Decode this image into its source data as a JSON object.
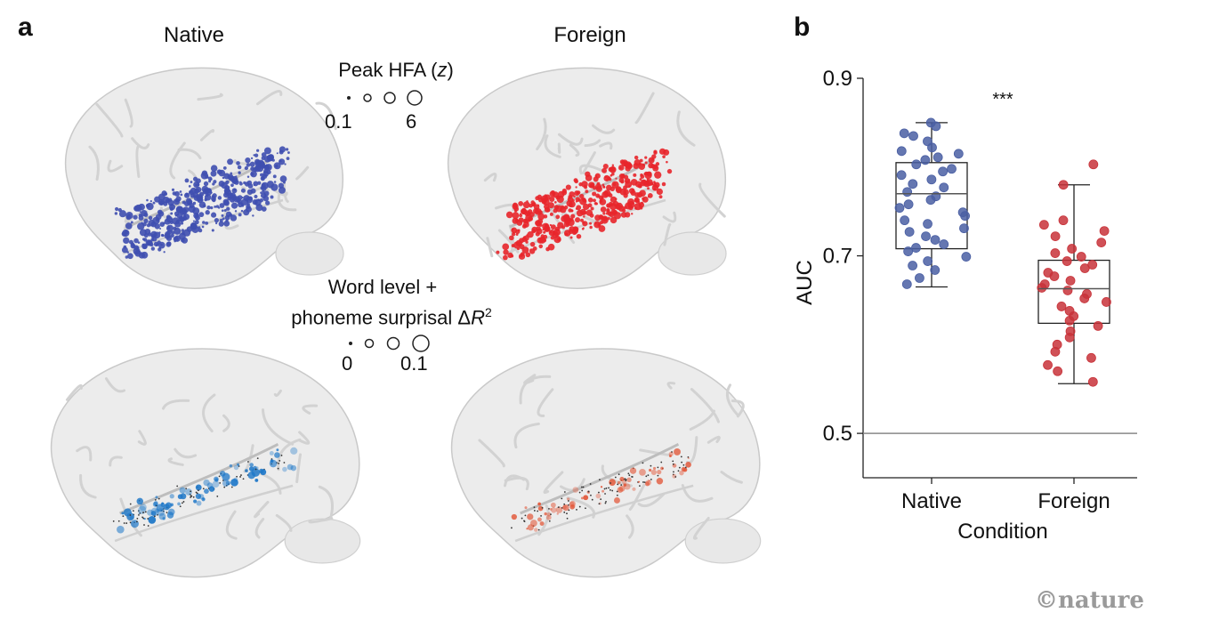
{
  "panel_a": {
    "letter": "a",
    "native_title": "Native",
    "foreign_title": "Foreign",
    "legend_top": {
      "title_prefix": "Peak HFA (",
      "title_var": "z",
      "title_suffix": ")",
      "min_label": "0.1",
      "max_label": "6"
    },
    "legend_bottom": {
      "line1": "Word level +",
      "line2_prefix": "phoneme surprisal ",
      "line2_delta": "Δ",
      "line2_var": "R",
      "line2_sup": "2",
      "min_label": "0",
      "max_label": "0.1"
    },
    "colors": {
      "native_top": "#3f4fb0",
      "foreign_top": "#e8262b",
      "native_bottom": "#1f78c8",
      "foreign_bottom": "#e2583a"
    }
  },
  "panel_b": {
    "letter": "b",
    "significance": "***"
  },
  "watermark": "©nature",
  "chart_data": {
    "type": "box",
    "ylabel": "AUC",
    "xlabel": "Condition",
    "categories": [
      "Native",
      "Foreign"
    ],
    "ylim": [
      0.45,
      0.9
    ],
    "yticks": [
      0.5,
      0.7,
      0.9
    ],
    "ytick_labels": [
      "0.5",
      "0.7",
      "0.9"
    ],
    "reference_line": 0.5,
    "annotation": "***",
    "boxes": [
      {
        "name": "Native",
        "color": "#4a5fa3",
        "whisker_low": 0.665,
        "q1": 0.708,
        "median": 0.77,
        "q3": 0.805,
        "whisker_high": 0.85,
        "points": [
          0.85,
          0.846,
          0.838,
          0.835,
          0.829,
          0.822,
          0.818,
          0.815,
          0.811,
          0.808,
          0.803,
          0.798,
          0.795,
          0.791,
          0.786,
          0.781,
          0.777,
          0.772,
          0.767,
          0.763,
          0.758,
          0.754,
          0.749,
          0.745,
          0.74,
          0.736,
          0.731,
          0.727,
          0.722,
          0.718,
          0.713,
          0.709,
          0.705,
          0.699,
          0.694,
          0.689,
          0.684,
          0.675,
          0.668
        ]
      },
      {
        "name": "Foreign",
        "color": "#c8333a",
        "whisker_low": 0.556,
        "q1": 0.624,
        "median": 0.663,
        "q3": 0.695,
        "whisker_high": 0.78,
        "points": [
          0.803,
          0.78,
          0.74,
          0.735,
          0.728,
          0.722,
          0.715,
          0.708,
          0.703,
          0.699,
          0.694,
          0.69,
          0.686,
          0.681,
          0.677,
          0.672,
          0.668,
          0.664,
          0.661,
          0.657,
          0.652,
          0.648,
          0.643,
          0.638,
          0.632,
          0.627,
          0.621,
          0.615,
          0.608,
          0.6,
          0.592,
          0.585,
          0.577,
          0.57,
          0.558
        ]
      }
    ]
  }
}
